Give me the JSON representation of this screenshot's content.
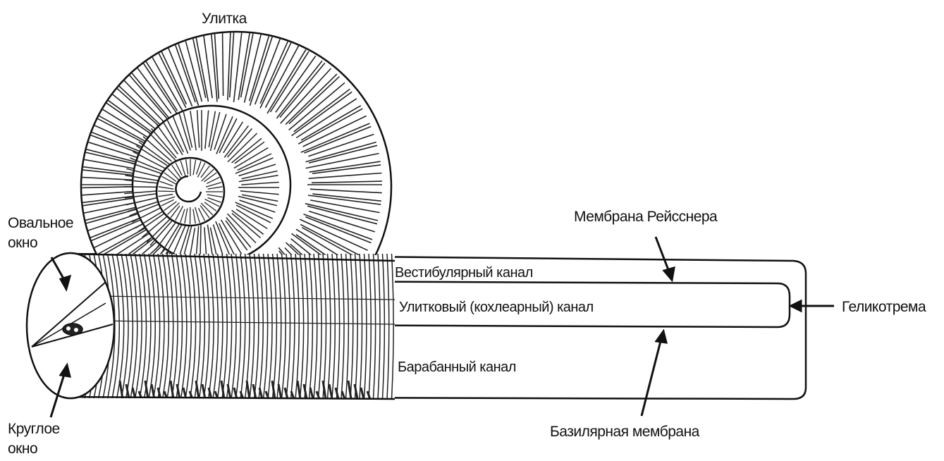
{
  "labels": {
    "cochlea": "Улитка",
    "oval_window_1": "Овальное",
    "oval_window_2": "окно",
    "round_window_1": "Круглое",
    "round_window_2": "окно",
    "reissner_membrane": "Мембрана Рейсснера",
    "vestibular_canal": "Вестибулярный канал",
    "cochlear_duct": "Улитковый (кохлеарный) канал",
    "helicotrema": "Геликотрема",
    "tympanic_canal": "Барабанный канал",
    "basilar_membrane": "Базилярная мембрана"
  },
  "colors": {
    "ink": "#111111",
    "paper": "#ffffff"
  }
}
